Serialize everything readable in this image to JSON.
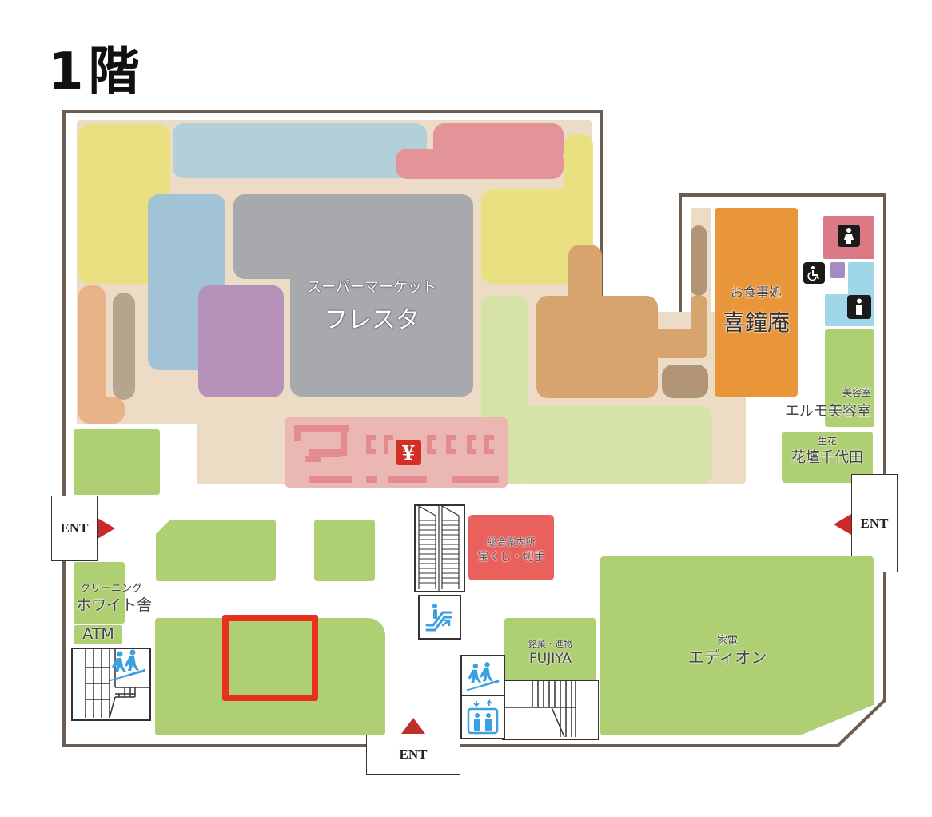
{
  "floor": {
    "title": "1階"
  },
  "stores": {
    "supermarket": {
      "category": "スーパーマーケット",
      "name": "フレスタ"
    },
    "restaurant": {
      "category": "お食事処",
      "name": "喜鐘庵"
    },
    "beauty": {
      "category": "美容室",
      "name": "エルモ美容室"
    },
    "florist": {
      "category": "生花",
      "name": "花壇千代田"
    },
    "info": {
      "line1": "総合案内所",
      "line2": "宝くじ・切手"
    },
    "cleaning": {
      "category": "クリーニング",
      "name": "ホワイト舎"
    },
    "atm": {
      "name": "ATM"
    },
    "sweets": {
      "category": "銘菓・進物",
      "name": "FUJIYA"
    },
    "electronics": {
      "category": "家電",
      "name": "エディオン"
    }
  },
  "entrances": {
    "west": "ENT",
    "east": "ENT",
    "south": "ENT"
  },
  "icons": {
    "cashier": "¥",
    "toilet_women": "women-toilet",
    "toilet_men": "men-toilet",
    "accessible": "wheelchair",
    "escalator": "escalator",
    "stairs": "stairs",
    "elevator": "elevator"
  },
  "highlight": {
    "color": "#e8301e"
  },
  "colors": {
    "wall": "#6b5d52",
    "green_tenant": "#afcf73",
    "entrance_arrow": "#cc2a2a"
  }
}
